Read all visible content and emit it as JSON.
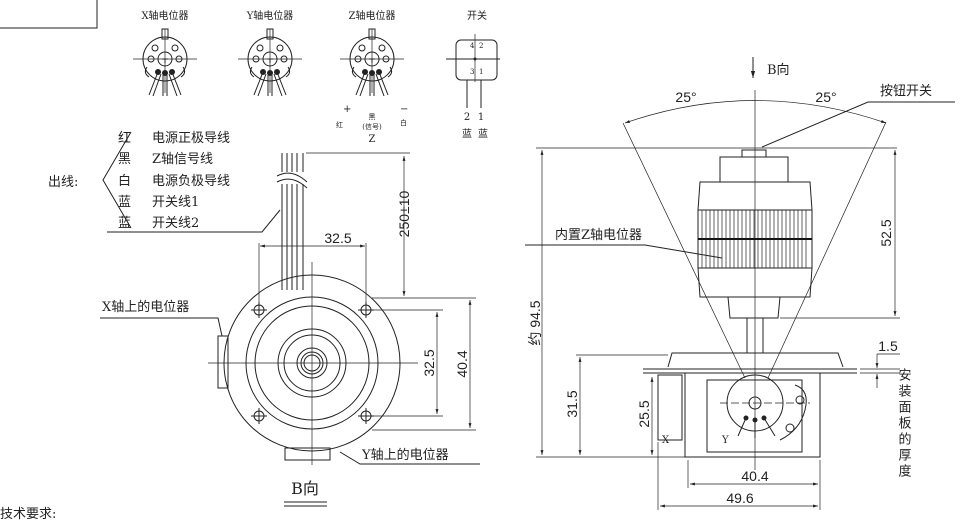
{
  "pots": {
    "x_label": "X轴电位器",
    "y_label": "Y轴电位器",
    "z_label": "Z轴电位器",
    "switch_label": "开关",
    "z_plus": "+",
    "z_minus": "−",
    "z_red": "红",
    "z_black": "黑",
    "z_signal": "(信号)",
    "z_axis": "Z",
    "z_white": "白",
    "switch_pins": [
      "4",
      "2",
      "3",
      "1"
    ],
    "switch_wire_nums": [
      "2",
      "1"
    ],
    "switch_wire_colors": [
      "蓝",
      "蓝"
    ]
  },
  "wires": {
    "title": "出线:",
    "items": [
      {
        "color": "红",
        "desc": "电源正极导线"
      },
      {
        "color": "黑",
        "desc": "Z轴信号线"
      },
      {
        "color": "白",
        "desc": "电源负极导线"
      },
      {
        "color": "蓝",
        "desc": "开关线1"
      },
      {
        "color": "蓝",
        "desc": "开关线2"
      }
    ]
  },
  "bottom_view": {
    "x_pot_label": "X轴上的电位器",
    "y_pot_label": "Y轴上的电位器",
    "view_label": "B向",
    "dims": {
      "wire_length": "250±10",
      "hole_span_h": "32.5",
      "hole_span_v": "32.5",
      "body_width": "40.4"
    }
  },
  "side_view": {
    "b_arrow_label": "B向",
    "angle_left": "25°",
    "angle_right": "25°",
    "button_label": "按钮开关",
    "z_pot_label": "内置Z轴电位器",
    "panel_label": "安装面板的厚度",
    "x_mark": "X",
    "y_mark": "Y",
    "dims": {
      "total_height": "约 94.5",
      "knob_height": "52.5",
      "body_height": "31.5",
      "inner_height": "25.5",
      "panel_thickness": "1.5",
      "inner_width": "40.4",
      "outer_width": "49.6"
    }
  },
  "footer": {
    "tech_req": "技术要求:"
  }
}
